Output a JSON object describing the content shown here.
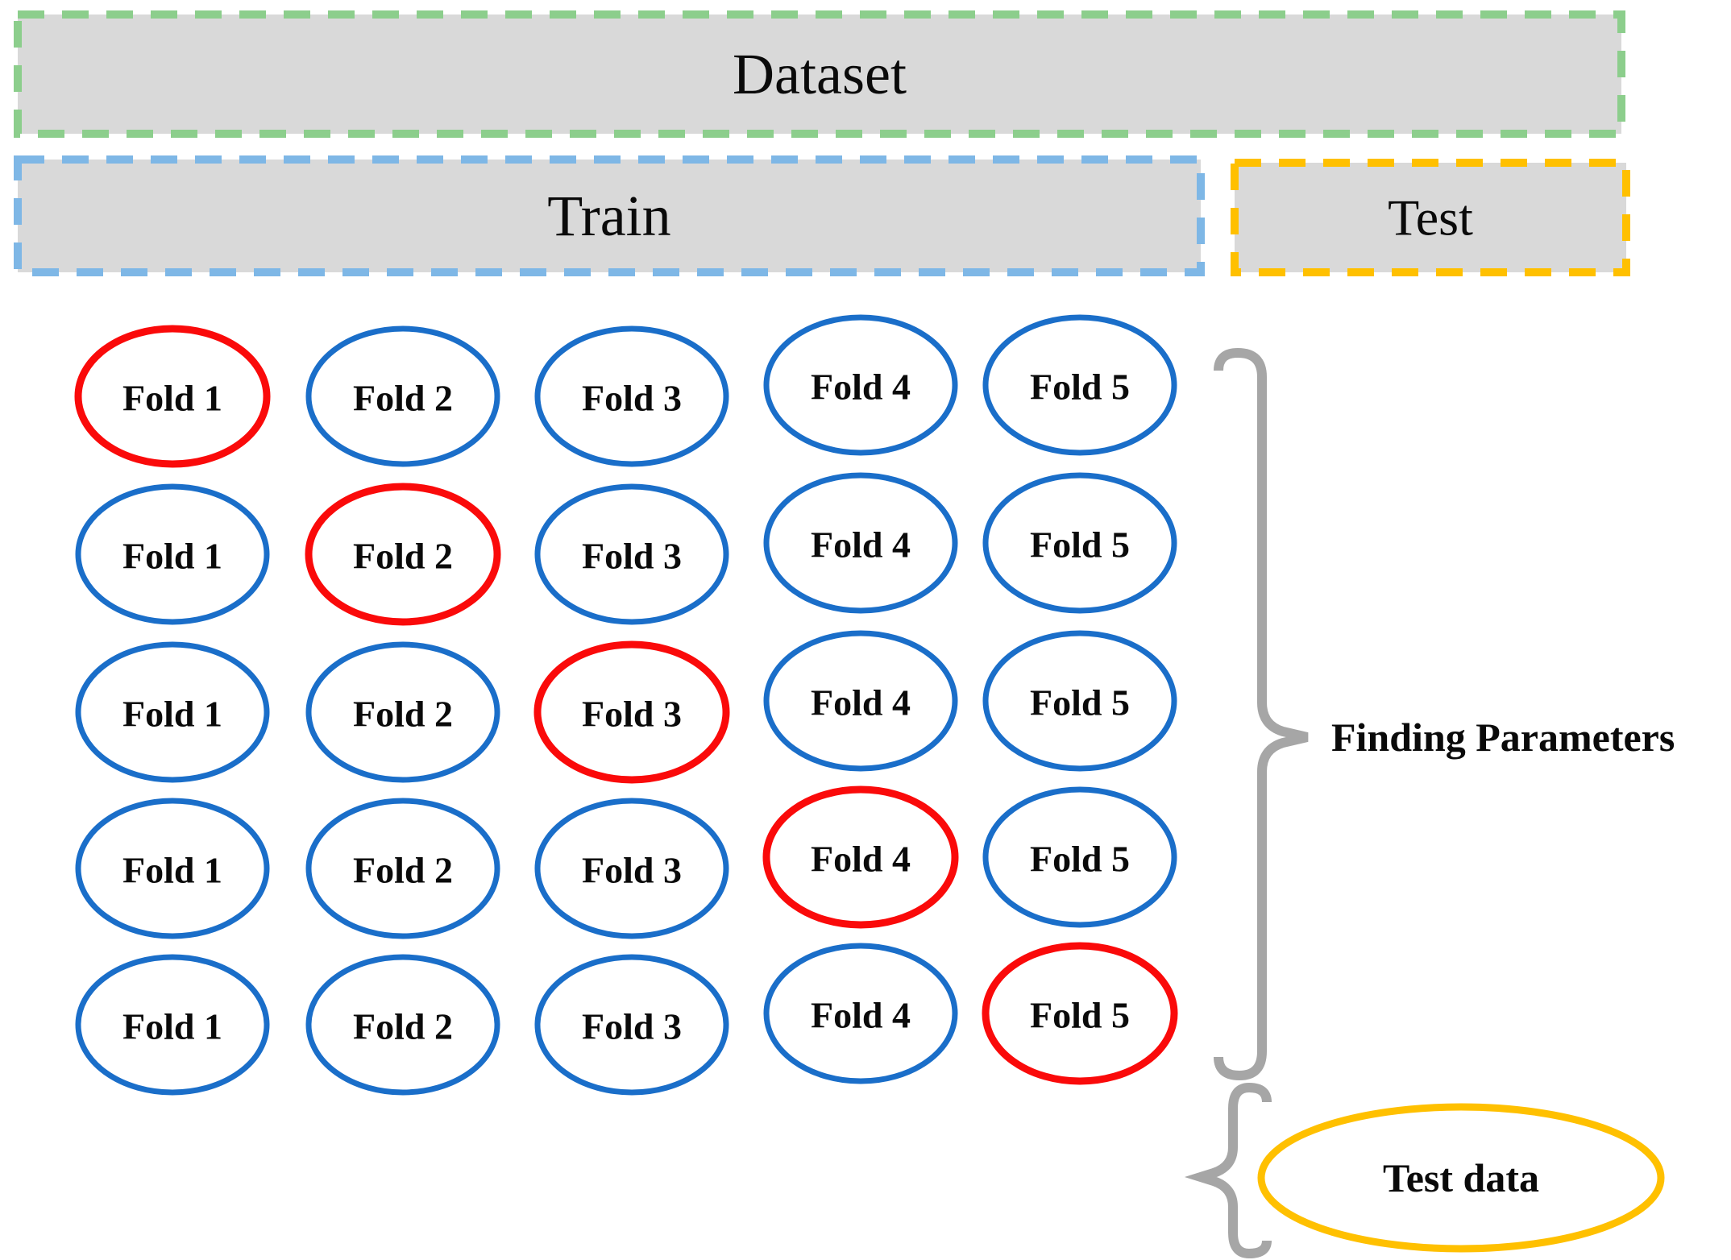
{
  "bars": {
    "dataset": {
      "label": "Dataset"
    },
    "train": {
      "label": "Train"
    },
    "test": {
      "label": "Test"
    }
  },
  "fold_grid": {
    "rows": 5,
    "cols": 5,
    "fold_labels": [
      "Fold 1",
      "Fold 2",
      "Fold 3",
      "Fold 4",
      "Fold 5"
    ],
    "red_fold_per_row": [
      1,
      2,
      3,
      4,
      5
    ]
  },
  "annotations": {
    "finding_parameters": "Finding Parameters",
    "test_data": "Test data"
  },
  "colors": {
    "bar_fill": "#d9d9d9",
    "dataset_border": "#8cce8c",
    "train_border": "#7eb7e6",
    "test_border": "#ffc000",
    "fold_blue": "#1a6ec9",
    "fold_red": "#fa0a0a",
    "brace_gray": "#a6a6a6",
    "test_ellipse_border": "#ffc000",
    "text": "#0a0a0a"
  }
}
